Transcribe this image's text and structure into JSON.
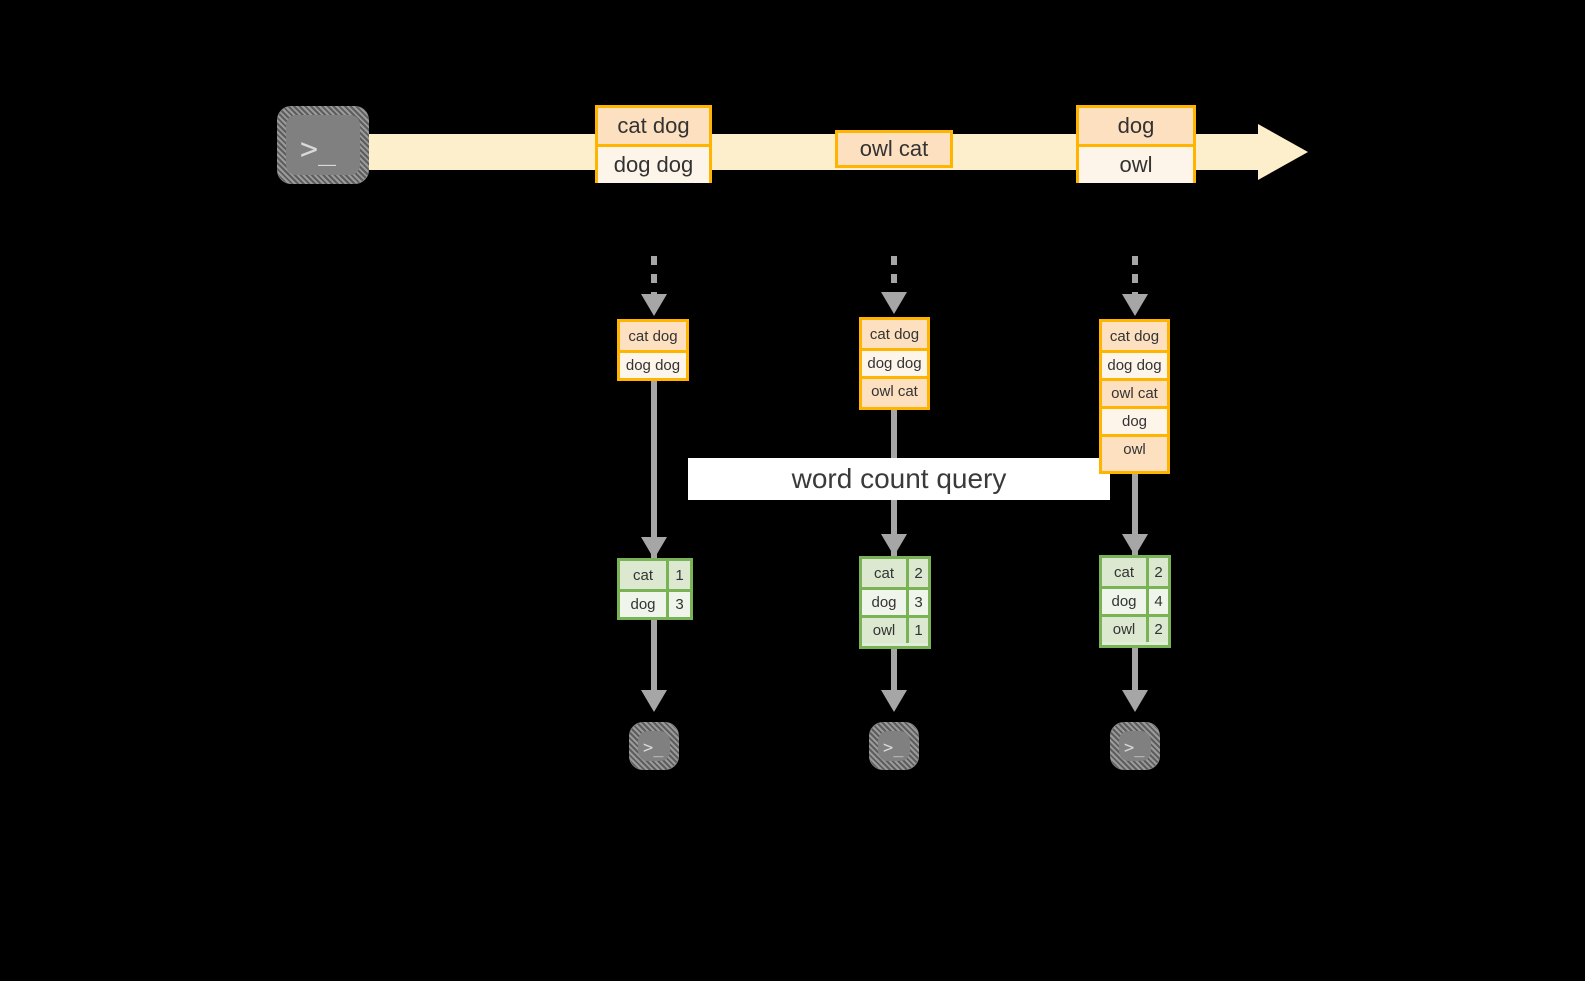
{
  "diagram": {
    "title_label": "word count query",
    "colors": {
      "record_border": "#FFB400",
      "record_fill_dark": "#FCE0C0",
      "record_fill_light": "#FDF4EA",
      "stream_band": "#FDEFCB",
      "result_border": "#79B356",
      "result_fill_dark": "#DCE8D0",
      "result_fill_light": "#EFF5EA",
      "connector": "#A6A6A6",
      "terminal_face": "#808080",
      "background": "#000000",
      "banner": "#FFFFFF"
    },
    "terminal_prompt": ">_",
    "source": {
      "icon": "terminal-icon",
      "prompt": ">_"
    },
    "stream": {
      "groups": [
        {
          "rows": [
            "cat dog",
            "dog dog"
          ]
        },
        {
          "rows": [
            "owl cat"
          ]
        },
        {
          "rows": [
            "dog",
            "owl"
          ]
        }
      ]
    },
    "snapshots": [
      {
        "rows": [
          "cat dog",
          "dog dog"
        ]
      },
      {
        "rows": [
          "cat dog",
          "dog dog",
          "owl cat"
        ]
      },
      {
        "rows": [
          "cat dog",
          "dog dog",
          "owl cat",
          "dog",
          "owl"
        ]
      }
    ],
    "results": [
      {
        "headers_hidden": true,
        "rows": [
          [
            "cat",
            "1"
          ],
          [
            "dog",
            "3"
          ]
        ]
      },
      {
        "headers_hidden": true,
        "rows": [
          [
            "cat",
            "2"
          ],
          [
            "dog",
            "3"
          ],
          [
            "owl",
            "1"
          ]
        ]
      },
      {
        "headers_hidden": true,
        "rows": [
          [
            "cat",
            "2"
          ],
          [
            "dog",
            "4"
          ],
          [
            "owl",
            "2"
          ]
        ]
      }
    ],
    "sinks": [
      {
        "icon": "terminal-icon",
        "prompt": ">_"
      },
      {
        "icon": "terminal-icon",
        "prompt": ">_"
      },
      {
        "icon": "terminal-icon",
        "prompt": ">_"
      }
    ]
  }
}
